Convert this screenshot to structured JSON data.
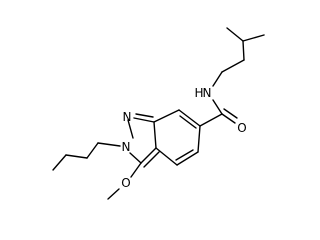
{
  "molecule": {
    "atoms": {
      "n1": "N",
      "n2": "N",
      "o_methoxy": "O",
      "n_amide": "N",
      "h_amide": "H",
      "o_carbonyl": "O"
    }
  },
  "colors": {
    "bond": "#000000",
    "label": "#000000",
    "background": "#ffffff"
  }
}
